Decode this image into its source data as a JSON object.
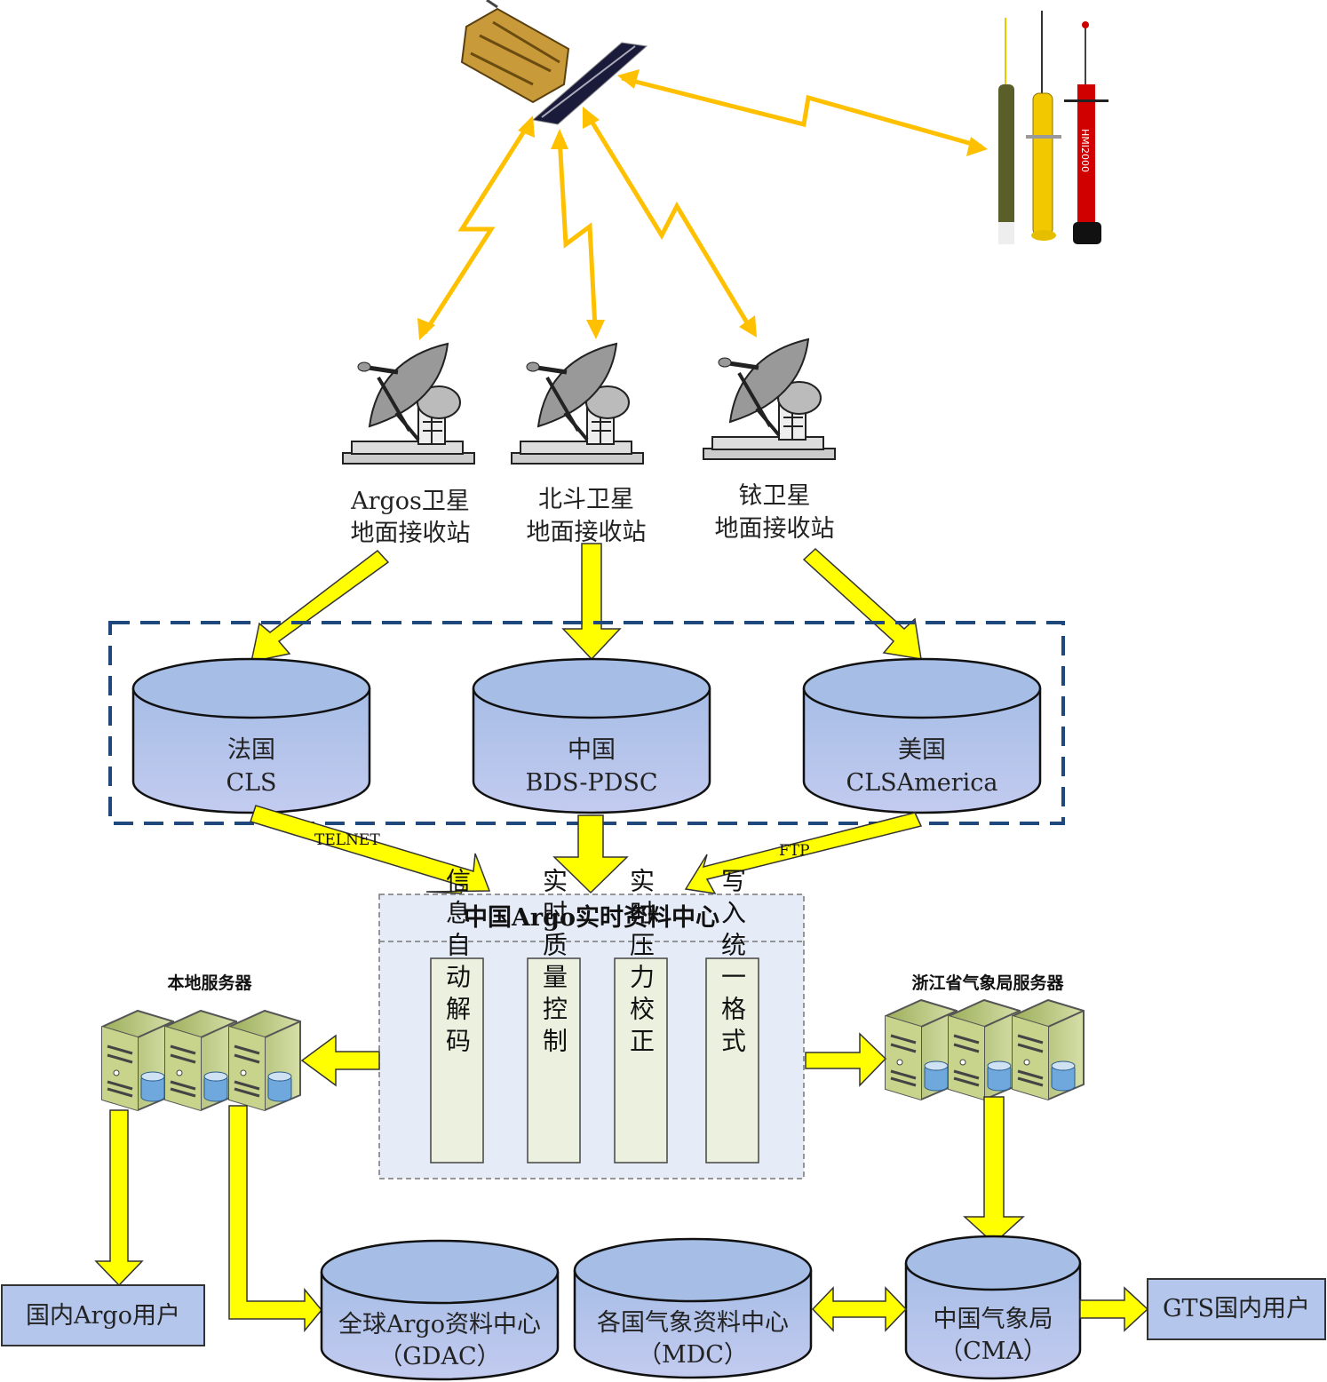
{
  "colors": {
    "bolt": "#FFC000",
    "flow_arrow": "#FFFF00",
    "cylinder": "#A9BFE8",
    "dashed_frame": "#1F497D",
    "center_box": "#E6ECF7",
    "step_box": "#EBF1DE"
  },
  "stations": [
    {
      "line1": "Argos卫星",
      "line2": "地面接收站"
    },
    {
      "line1": "北斗卫星",
      "line2": "地面接收站"
    },
    {
      "line1": "铱卫星",
      "line2": "地面接收站"
    }
  ],
  "float_label": "HMI2000",
  "centers": [
    {
      "line1": "法国",
      "line2": "CLS"
    },
    {
      "line1": "中国",
      "line2": "BDS-PDSC"
    },
    {
      "line1": "美国",
      "line2": "CLSAmerica"
    }
  ],
  "protocols": {
    "left": "TELNET",
    "right": "FTP"
  },
  "realtime_center": {
    "title": "中国Argo实时资料中心",
    "steps": [
      "信息自动解码",
      "实时质量控制",
      "实时压力校正",
      "写入统一格式"
    ]
  },
  "local_server": "本地服务器",
  "zhejiang_server": "浙江省气象局服务器",
  "outputs": {
    "domestic_users": "国内Argo用户",
    "gdac": {
      "line1": "全球Argo资料中心",
      "line2": "（GDAC）"
    },
    "mdc": {
      "line1": "各国气象资料中心",
      "line2": "（MDC）"
    },
    "cma": {
      "line1": "中国气象局",
      "line2": "（CMA）"
    },
    "gts_users": "GTS国内用户"
  }
}
